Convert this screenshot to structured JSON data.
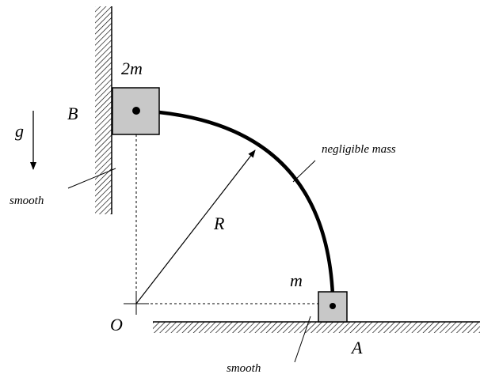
{
  "labels": {
    "mass_top": "2m",
    "point_b": "B",
    "gravity": "g",
    "smooth_wall": "smooth",
    "radius": "R",
    "rod": "negligible mass",
    "mass_bottom": "m",
    "origin": "O",
    "point_a": "A",
    "smooth_floor": "smooth"
  },
  "colors": {
    "ink": "#000000",
    "block_fill": "#c8c8c8",
    "background": "#ffffff"
  }
}
